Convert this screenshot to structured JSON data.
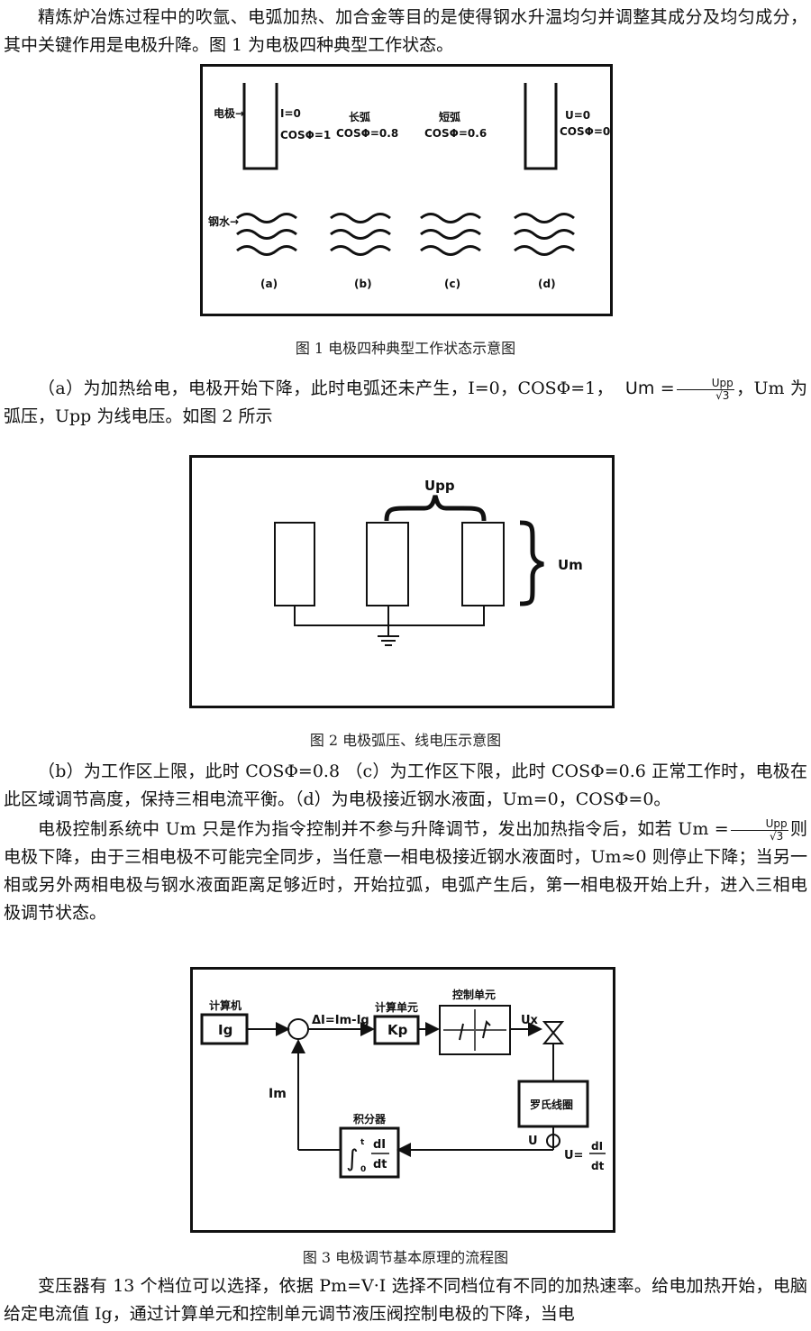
{
  "para1": "精炼炉冶炼过程中的吹氩、电弧加热、加合金等目的是使得钢水升温均匀并调整其成分及均匀成分，其中关键作用是电极升降。图 1 为电极四种典型工作状态。",
  "fig1": {
    "caption": "图 1   电极四种典型工作状态示意图",
    "electrode_label": "电极→",
    "steel_label": "钢水→",
    "a_line1": "I=0",
    "a_line2": "COSΦ=1",
    "b_line1": "长弧",
    "b_line2": "COSΦ=0.8",
    "c_line1": "短弧",
    "c_line2": "COSΦ=0.6",
    "d_line1": "U=0",
    "d_line2": "COSΦ=0",
    "label_a": "(a)",
    "label_b": "(b)",
    "label_c": "(c)",
    "label_d": "(d)"
  },
  "para2": {
    "before": "（a）为加热给电，电极开始下降，此时电弧还未产生，I=0，COSΦ=1，",
    "um": "Um =",
    "frac_num": "Upp",
    "frac_den": "√3",
    "after": "，Um 为弧压，Upp 为线电压。如图 2 所示"
  },
  "fig2": {
    "caption": "图 2   电极弧压、线电压示意图",
    "upp": "Upp",
    "um": "Um"
  },
  "para3": "（b）为工作区上限，此时 COSΦ=0.8 （c）为工作区下限，此时 COSΦ=0.6 正常工作时，电极在此区域调节高度，保持三相电流平衡。（d）为电极接近钢水液面，Um=0，COSΦ=0。",
  "para4": {
    "before": "电极控制系统中 Um 只是作为指令控制并不参与升降调节，发出加热指令后，如若 Um =",
    "frac_num": "Upp",
    "frac_den": "√3",
    "after": "则电极下降，由于三相电极不可能完全同步，当任意一相电极接近钢水液面时，Um≈0 则停止下降；当另一相或另外两相电极与钢水液面距离足够近时，开始拉弧，电弧产生后，第一相电极开始上升，进入三相电极调节状态。"
  },
  "fig3": {
    "caption": "图 3     电极调节基本原理的流程图",
    "computer": "计算机",
    "ig": "Ig",
    "delta": "ΔI=Im-Ig",
    "calc_unit": "计算单元",
    "kp": "Kp",
    "control_unit": "控制单元",
    "ux": "Ux",
    "im": "Im",
    "rogowski": "罗氏线圈",
    "integrator": "积分器",
    "u": "U",
    "u_eq": "U=",
    "dI": "dI",
    "dt": "dt",
    "int_t": "t",
    "int_0": "0"
  },
  "para5": "变压器有 13 个档位可以选择，依据 Pm=V·I 选择不同档位有不同的加热速率。给电加热开始，电脑给定电流值 Ig，通过计算单元和控制单元调节液压阀控制电极的下降，当电"
}
